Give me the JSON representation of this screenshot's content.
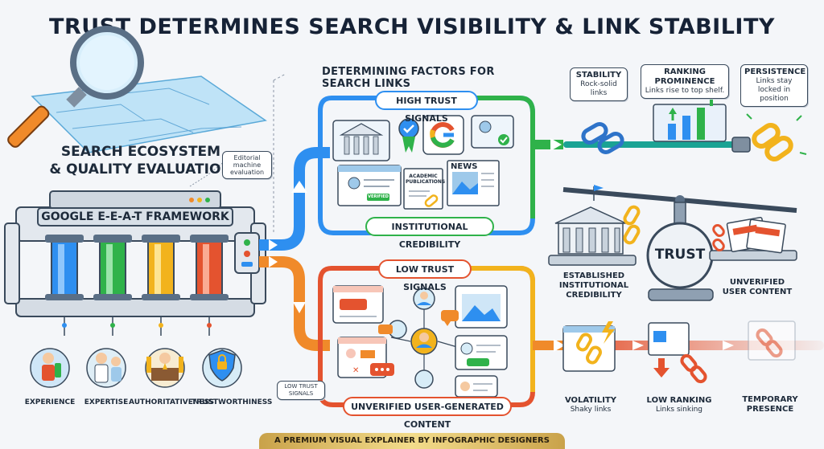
{
  "title": "TRUST DETERMINES SEARCH VISIBILITY & LINK STABILITY",
  "ecosystem": {
    "title_line1": "SEARCH ECOSYSTEM",
    "title_line2": "& QUALITY EVALUATION",
    "editorial_note": "Editorial machine evaluation"
  },
  "framework": {
    "label": "GOOGLE E-E-A-T FRAMEWORK",
    "pillars": [
      {
        "name": "EXPERIENCE",
        "color": "#2e8ff0"
      },
      {
        "name": "EXPERTISE",
        "color": "#2fb24a"
      },
      {
        "name": "AUTHORITATIVENESS",
        "color": "#f2b31d"
      },
      {
        "name": "TRUSTWORTHINESS",
        "color": "#e4532f"
      }
    ]
  },
  "factors_heading": "DETERMINING FACTORS FOR SEARCH LINKS",
  "high_trust": {
    "label": "HIGH TRUST SIGNALS",
    "bottom_label": "INSTITUTIONAL CREDIBILITY",
    "academic": "ACADEMIC PUBLICATIONS",
    "news": "NEWS",
    "verified": "VERIFIED"
  },
  "low_trust": {
    "label": "LOW TRUST SIGNALS",
    "bottom_label": "UNVERIFIED USER-GENERATED CONTENT",
    "side_note": "LOW TRUST SIGNALS"
  },
  "outcomes_high": [
    {
      "title": "STABILITY",
      "desc": "Rock-solid links"
    },
    {
      "title": "RANKING PROMINENCE",
      "desc": "Links rise to top shelf."
    },
    {
      "title": "PERSISTENCE",
      "desc": "Links stay locked in position"
    }
  ],
  "scale": {
    "center": "TRUST",
    "left_label": "ESTABLISHED INSTITUTIONAL CREDIBILITY",
    "right_label": "UNVERIFIED USER CONTENT"
  },
  "outcomes_low": [
    {
      "title": "VOLATILITY",
      "desc": "Shaky links"
    },
    {
      "title": "LOW RANKING",
      "desc": "Links sinking"
    },
    {
      "title": "TEMPORARY PRESENCE",
      "desc": ""
    }
  ],
  "footer": "A PREMIUM VISUAL EXPLAINER BY INFOGRAPHIC DESIGNERS",
  "colors": {
    "blue": "#2e8ff0",
    "green": "#2fb24a",
    "yellow": "#f2b31d",
    "red": "#e4532f",
    "orange": "#f08a2a",
    "teal": "#1aa394"
  }
}
